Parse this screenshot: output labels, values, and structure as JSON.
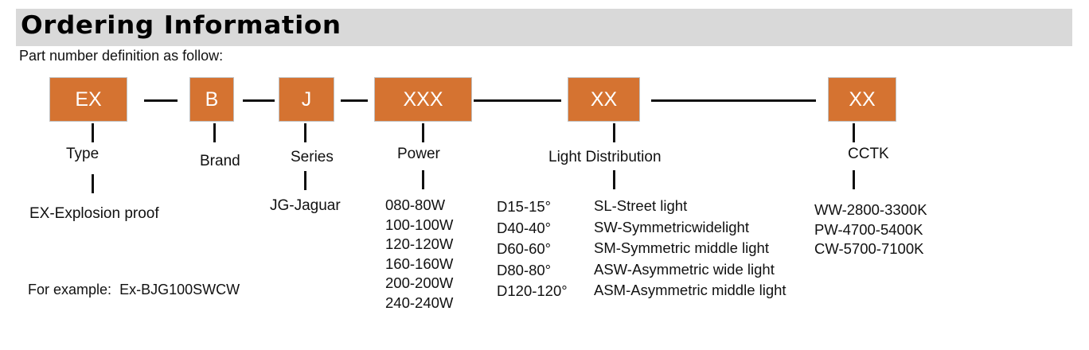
{
  "header": {
    "title": "Ordering Information",
    "subtitle": "Part number definition as follow:"
  },
  "colors": {
    "box_fill": "#d57331",
    "box_text": "#ffffff",
    "header_bar": "#d9d9d9"
  },
  "segments": [
    {
      "code": "EX",
      "label": "Type",
      "options": [
        "EX-Explosion proof"
      ]
    },
    {
      "code": "B",
      "label": "Brand",
      "options": []
    },
    {
      "code": "J",
      "label": "Series",
      "options": [
        "JG-Jaguar"
      ]
    },
    {
      "code": "XXX",
      "label": "Power",
      "options": [
        "080-80W",
        "100-100W",
        "120-120W",
        "160-160W",
        "200-200W",
        "240-240W"
      ]
    },
    {
      "code": "XX",
      "label": "Light Distribution",
      "beam_angles": [
        "D15-15°",
        "D40-40°",
        "D60-60°",
        "D80-80°",
        "D120-120°"
      ],
      "options": [
        "SL-Street light",
        "SW-Symmetricwidelight",
        "SM-Symmetric middle light",
        "ASW-Asymmetric wide light",
        "ASM-Asymmetric middle light"
      ]
    },
    {
      "code": "XX",
      "label": "CCTK",
      "options": [
        "WW-2800-3300K",
        "PW-4700-5400K",
        "CW-5700-7100K"
      ]
    }
  ],
  "example": {
    "label": "For example:",
    "value": "Ex-BJG100SWCW"
  }
}
